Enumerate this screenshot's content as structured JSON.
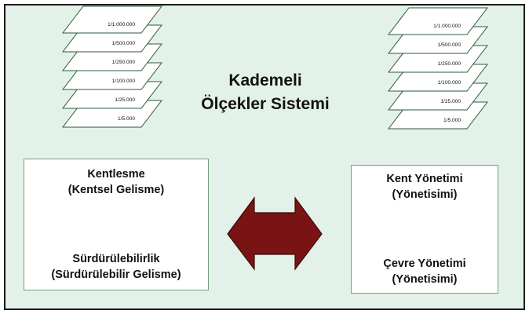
{
  "title": {
    "line1": "Kademeli",
    "line2": "Ölçekler Sistemi"
  },
  "scales_left": [
    "1/1.000.000",
    "1/500.000",
    "1/250.000",
    "1/100.000",
    "1/25.000",
    "1/5.000"
  ],
  "scales_right": [
    "1/1.000.000",
    "1/500.000",
    "1/250.000",
    "1/100.000",
    "1/25.000",
    "1/5.000"
  ],
  "left_box": {
    "top_line1": "Kentlesme",
    "top_line2": "(Kentsel Gelisme)",
    "bottom_line1": "Sürdürülebilirlik",
    "bottom_line2": "(Sürdürülebilir Gelisme)"
  },
  "right_box": {
    "top_line1": "Kent Yönetimi",
    "top_line2": "(Yönetisimi)",
    "bottom_line1": "Çevre Yönetimi",
    "bottom_line2": "(Yönetisimi)"
  },
  "colors": {
    "background": "#e3f2e8",
    "frame": "#1a1a1a",
    "arrow": "#7a1414",
    "arrow_outline": "#3a0808",
    "layer_fill": "#ffffff"
  }
}
